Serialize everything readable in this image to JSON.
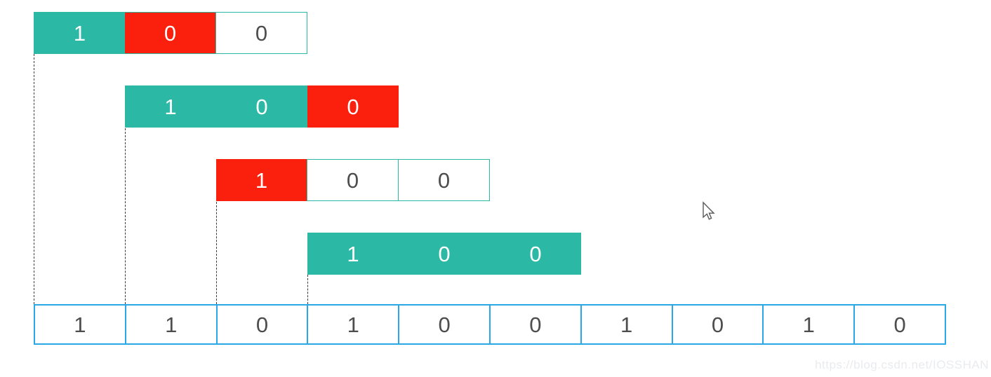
{
  "colors": {
    "teal": "#2bb8a5",
    "red": "#fb1f0e",
    "blue": "#2aa7e8",
    "dark": "#4d4d4d",
    "dashed": "#3a3a3a",
    "watermark": "#e9ebee"
  },
  "pattern_attempts": [
    {
      "cells": [
        {
          "value": "1",
          "state": "match"
        },
        {
          "value": "0",
          "state": "mismatch"
        },
        {
          "value": "0",
          "state": "unchecked"
        }
      ]
    },
    {
      "cells": [
        {
          "value": "1",
          "state": "match"
        },
        {
          "value": "0",
          "state": "match"
        },
        {
          "value": "0",
          "state": "mismatch"
        }
      ]
    },
    {
      "cells": [
        {
          "value": "1",
          "state": "mismatch"
        },
        {
          "value": "0",
          "state": "unchecked"
        },
        {
          "value": "0",
          "state": "unchecked"
        }
      ]
    },
    {
      "cells": [
        {
          "value": "1",
          "state": "match"
        },
        {
          "value": "0",
          "state": "match"
        },
        {
          "value": "0",
          "state": "match"
        }
      ]
    }
  ],
  "text_sequence": {
    "cells": [
      "1",
      "1",
      "0",
      "1",
      "0",
      "0",
      "1",
      "0",
      "1",
      "0"
    ]
  },
  "watermark": {
    "text": "https://blog.csdn.net/IOSSHAN"
  }
}
